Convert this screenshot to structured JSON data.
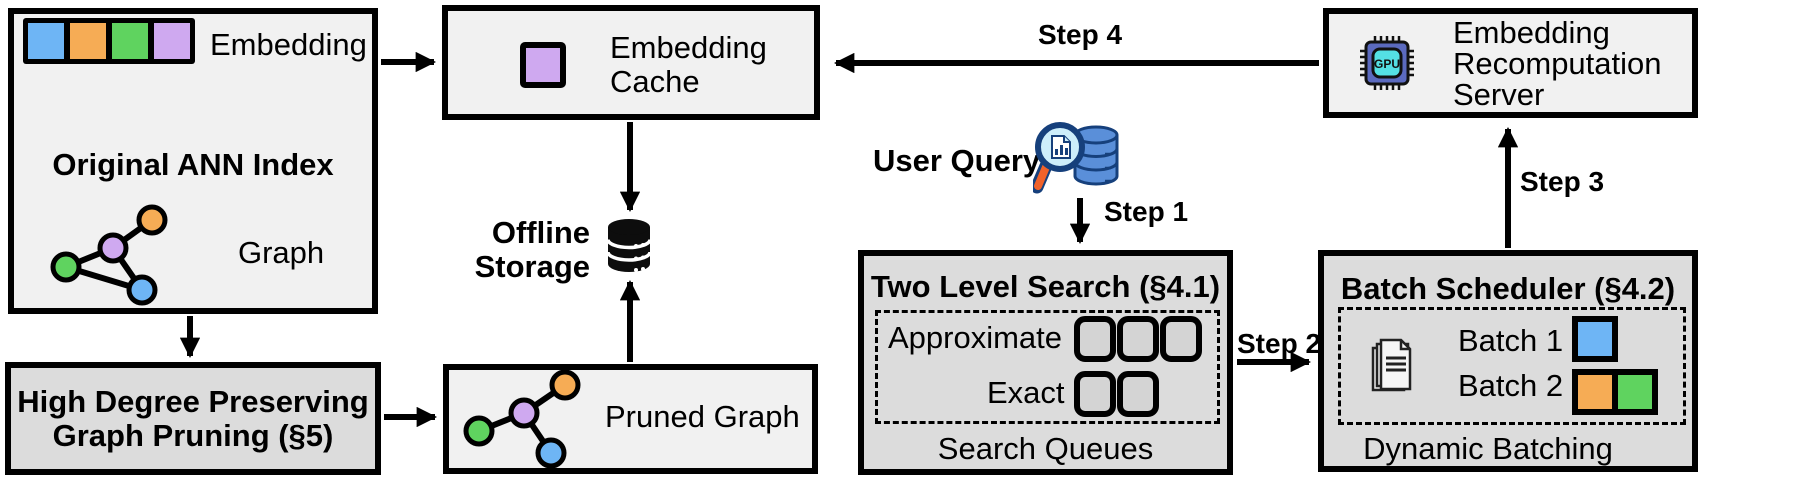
{
  "boxes": {
    "original": {
      "embedding_label": "Embedding",
      "title": "Original ANN Index",
      "graph_label": "Graph"
    },
    "pruning": {
      "line1": "High Degree Preserving",
      "line2": "Graph Pruning (§5)"
    },
    "cache": {
      "line1": "Embedding",
      "line2": "Cache"
    },
    "storage": {
      "line1": "Offline",
      "line2": "Storage"
    },
    "pruned": {
      "label": "Pruned Graph"
    },
    "query": {
      "label": "User Query"
    },
    "search": {
      "title": "Two Level Search (§4.1)",
      "approximate": "Approximate",
      "exact": "Exact",
      "footer": "Search Queues",
      "approximate_queue_slots": 3,
      "exact_queue_slots": 2
    },
    "scheduler": {
      "title": "Batch Scheduler (§4.2)",
      "batch1": "Batch 1",
      "batch2": "Batch 2",
      "footer": "Dynamic Batching"
    },
    "server": {
      "line1": "Embedding",
      "line2": "Recomputation",
      "line3": "Server",
      "chip_label": "GPU"
    }
  },
  "steps": {
    "s1": "Step 1",
    "s2": "Step 2",
    "s3": "Step 3",
    "s4": "Step 4"
  },
  "colors": {
    "embedding_blue": "#6EB5F5",
    "embedding_orange": "#F6AC55",
    "embedding_green": "#5FD35F",
    "embedding_purple": "#CFA9F0",
    "light_box_bg": "#F1F1F1",
    "dark_box_bg": "#DCDCDC",
    "queue_slot_fill": "#D4D4D4",
    "gpu_chip_body": "#5B6ABF",
    "gpu_chip_screen": "#54E0E4",
    "query_db_blue": "#5A8FD9",
    "query_outline_navy": "#16407C",
    "lens_fill": "#CDEEFB",
    "handle_orange": "#F0622A"
  }
}
